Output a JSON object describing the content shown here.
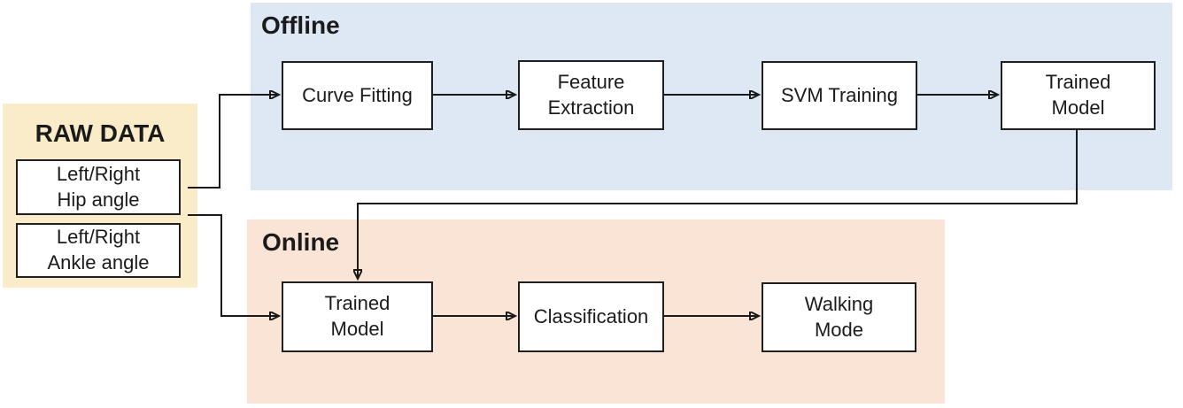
{
  "diagram": {
    "raw_data_panel": {
      "title": "RAW DATA",
      "items": [
        {
          "id": "hip-angle",
          "label": "Left/Right\nHip angle"
        },
        {
          "id": "ankle-angle",
          "label": "Left/Right\nAnkle angle"
        }
      ]
    },
    "offline_section": {
      "title": "Offline",
      "nodes": [
        {
          "id": "curve-fitting",
          "label": "Curve Fitting"
        },
        {
          "id": "feature-extraction",
          "label": "Feature\nExtraction"
        },
        {
          "id": "svm-training",
          "label": "SVM Training"
        },
        {
          "id": "trained-model",
          "label": "Trained\nModel"
        }
      ]
    },
    "online_section": {
      "title": "Online",
      "nodes": [
        {
          "id": "trained-model",
          "label": "Trained\nModel"
        },
        {
          "id": "classification",
          "label": "Classification"
        },
        {
          "id": "walking-mode",
          "label": "Walking\nMode"
        }
      ]
    },
    "edges": [
      {
        "from": "hip-angle",
        "to": "curve-fitting"
      },
      {
        "from": "hip-angle",
        "to": "online-trained-model"
      },
      {
        "from": "curve-fitting",
        "to": "feature-extraction"
      },
      {
        "from": "feature-extraction",
        "to": "svm-training"
      },
      {
        "from": "svm-training",
        "to": "offline-trained-model"
      },
      {
        "from": "offline-trained-model",
        "to": "online-trained-model"
      },
      {
        "from": "online-trained-model",
        "to": "classification"
      },
      {
        "from": "classification",
        "to": "walking-mode"
      }
    ],
    "colors": {
      "offline_bg": "#dde8f4",
      "online_bg": "#fae4d5",
      "raw_data_bg": "#faecc8",
      "node_bg": "#ffffff",
      "node_border": "#1f1f1f",
      "arrow": "#1a1a1a",
      "text": "#1b1b1b"
    }
  }
}
